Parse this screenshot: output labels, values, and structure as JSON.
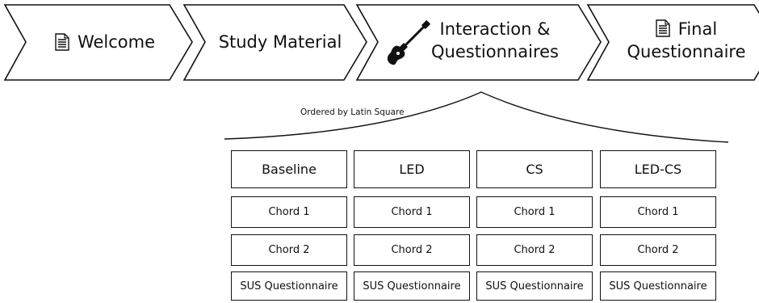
{
  "steps": [
    {
      "label": "Welcome",
      "icon": "document-icon"
    },
    {
      "label": "Study Material",
      "icon": ""
    },
    {
      "label_line1": "Interaction &",
      "label_line2": "Questionnaires",
      "icon": "guitar-icon"
    },
    {
      "label_line1": "Final",
      "label_line2": "Questionnaire",
      "icon": "document-icon"
    }
  ],
  "brace_label": "Ordered by Latin Square",
  "conditions": [
    {
      "title": "Baseline",
      "items": [
        "Chord 1",
        "Chord 2",
        "SUS Questionnaire"
      ]
    },
    {
      "title": "LED",
      "items": [
        "Chord 1",
        "Chord 2",
        "SUS Questionnaire"
      ]
    },
    {
      "title": "CS",
      "items": [
        "Chord 1",
        "Chord 2",
        "SUS Questionnaire"
      ]
    },
    {
      "title": "LED-CS",
      "items": [
        "Chord 1",
        "Chord 2",
        "SUS Questionnaire"
      ]
    }
  ]
}
